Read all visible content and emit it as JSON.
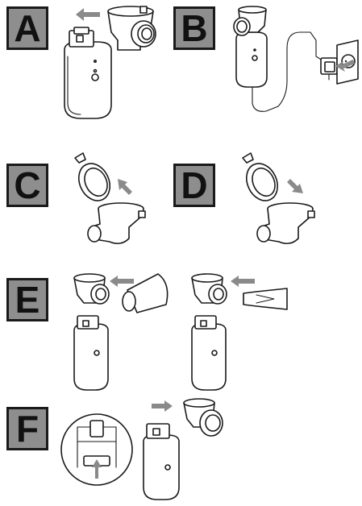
{
  "panels": [
    {
      "id": "A",
      "label": "A"
    },
    {
      "id": "B",
      "label": "B"
    },
    {
      "id": "C",
      "label": "C"
    },
    {
      "id": "D",
      "label": "D"
    },
    {
      "id": "E",
      "label": "E"
    },
    {
      "id": "F",
      "label": "F"
    }
  ],
  "colors": {
    "label_bg": "#8e8e8e",
    "arrow": "#8a8a8a",
    "stroke": "#1a1a1a"
  },
  "icons": [
    "nebulizer-body-icon",
    "medication-cup-icon",
    "power-adapter-icon",
    "wall-socket-icon",
    "mask-icon",
    "mouthpiece-icon",
    "arrow-icon"
  ]
}
